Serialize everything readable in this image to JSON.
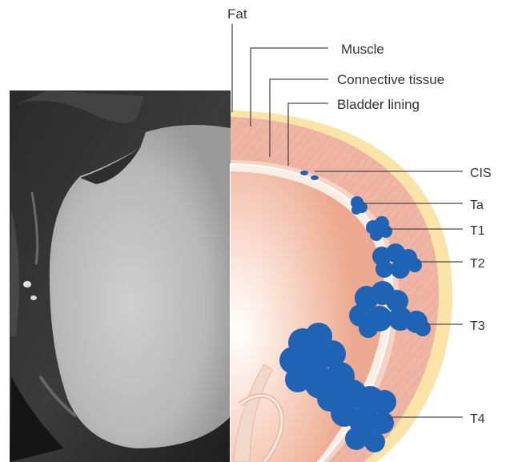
{
  "labels": {
    "fat": "Fat",
    "muscle": "Muscle",
    "connective_tissue": "Connective tissue",
    "bladder_lining": "Bladder lining"
  },
  "stages": [
    {
      "label": "CIS"
    },
    {
      "label": "Ta"
    },
    {
      "label": "T1"
    },
    {
      "label": "T2"
    },
    {
      "label": "T3"
    },
    {
      "label": "T4"
    }
  ],
  "colors": {
    "tumor": "#1f63b5",
    "fat_layer": "#fbe4a8",
    "muscle_layer": "#efb5a4",
    "lumen": "#f3c2ad",
    "lining": "#fbeee6"
  }
}
